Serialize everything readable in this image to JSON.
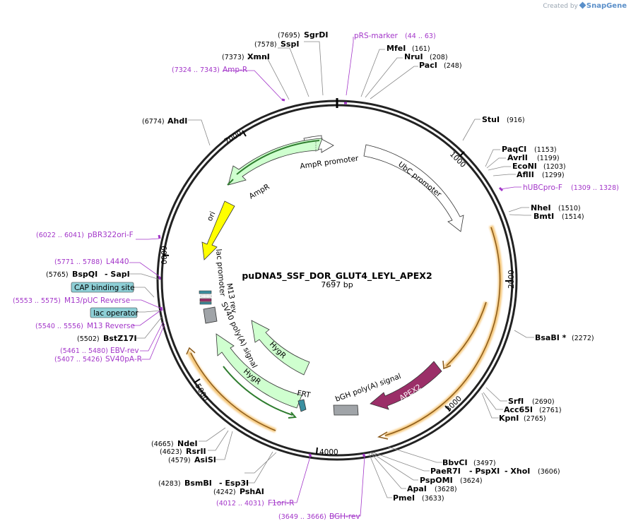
{
  "app": {
    "credit_prefix": "Created by",
    "credit_brand": "SnapGene"
  },
  "plasmid": {
    "name": "puDNA5_SSF_DOR_GLUT4_LEYL_APEX2",
    "length_label": "7697 bp"
  },
  "ticks": [
    "1000",
    "2000",
    "3000",
    "4000",
    "5000",
    "6000",
    "7000"
  ],
  "enzymes": [
    {
      "name": "SgrDI",
      "pos": "(7695)"
    },
    {
      "name": "SspI",
      "pos": "(7578)"
    },
    {
      "name": "XmnI",
      "pos": "(7373)"
    },
    {
      "name": "AhdI",
      "pos": "(6774)"
    },
    {
      "name": "MfeI",
      "pos": "(161)"
    },
    {
      "name": "NruI",
      "pos": "(208)"
    },
    {
      "name": "PacI",
      "pos": "(248)"
    },
    {
      "name": "StuI",
      "pos": "(916)"
    },
    {
      "name": "PaqCI",
      "pos": "(1153)"
    },
    {
      "name": "AvrII",
      "pos": "(1199)"
    },
    {
      "name": "EcoNI",
      "pos": "(1203)"
    },
    {
      "name": "AflII",
      "pos": "(1299)"
    },
    {
      "name": "NheI",
      "pos": "(1510)"
    },
    {
      "name": "BmtI",
      "pos": "(1514)"
    },
    {
      "name": "BsaBI *",
      "pos": "(2272)"
    },
    {
      "name": "SrfI",
      "pos": "(2690)"
    },
    {
      "name": "Acc65I",
      "pos": "(2761)"
    },
    {
      "name": "KpnI",
      "pos": "(2765)"
    },
    {
      "name": "BbvCI",
      "pos": "(3497)"
    },
    {
      "name": "PaeR7I",
      "pos": ""
    },
    {
      "name": "- PspXI",
      "pos": ""
    },
    {
      "name": "- XhoI",
      "pos": "(3606)"
    },
    {
      "name": "PspOMI",
      "pos": "(3624)"
    },
    {
      "name": "ApaI",
      "pos": "(3628)"
    },
    {
      "name": "PmeI",
      "pos": "(3633)"
    },
    {
      "name": "NdeI",
      "pos": "(4665)"
    },
    {
      "name": "RsrII",
      "pos": "(4623)"
    },
    {
      "name": "AsiSI",
      "pos": "(4579)"
    },
    {
      "name": "BsmBI",
      "pos": "(4283)"
    },
    {
      "name": "- Esp3I",
      "pos": ""
    },
    {
      "name": "PshAI",
      "pos": "(4242)"
    },
    {
      "name": "BspQI",
      "pos": "(5765)"
    },
    {
      "name": "- SapI",
      "pos": ""
    },
    {
      "name": "BstZ17I",
      "pos": "(5502)"
    }
  ],
  "primers": [
    {
      "name": "pRS-marker",
      "range": "(44 .. 63)"
    },
    {
      "name": "Amp-R",
      "range": "(7324 .. 7343)"
    },
    {
      "name": "hUBCpro-F",
      "range": "(1309 .. 1328)"
    },
    {
      "name": "pBR322ori-F",
      "range": "(6022 .. 6041)"
    },
    {
      "name": "L4440",
      "range": "(5771 .. 5788)"
    },
    {
      "name": "M13/pUC Reverse",
      "range": "(5553 .. 5575)"
    },
    {
      "name": "M13 Reverse",
      "range": "(5540 .. 5556)"
    },
    {
      "name": "EBV-rev",
      "range": "(5461 .. 5480)"
    },
    {
      "name": "SV40pA-R",
      "range": "(5407 .. 5426)"
    },
    {
      "name": "F1ori-R",
      "range": "(4012 .. 4031)"
    },
    {
      "name": "BGH-rev",
      "range": "(3649 .. 3666)"
    }
  ],
  "boxed_features": [
    "CAP binding site",
    "lac operator"
  ],
  "features": {
    "ampr_promoter": "AmpR promoter",
    "ampr": "AmpR",
    "ubc_promoter": "UbC promoter",
    "ori": "ori",
    "lac_promoter": "lac promoter",
    "m13_rev": "M13 rev",
    "sv40": "SV40 poly(A) signal",
    "hygr_inner": "HygR",
    "hygr_outer": "HygR",
    "frt": "FRT",
    "bgh": "bGH poly(A) signal",
    "apex2": "APEX2"
  },
  "colors": {
    "backbone": "#222222",
    "primer": "#a336c9",
    "gene_fill": "#cfffcf",
    "gene_stroke": "#2f7d2f",
    "ori_fill": "#ffff00",
    "apex2_fill": "#9b2f68",
    "orf_glow": "#f5c77a",
    "orf_line": "#8a5a1a",
    "box_fill": "#8ecfd6",
    "polya_fill": "#a0a4a8"
  }
}
